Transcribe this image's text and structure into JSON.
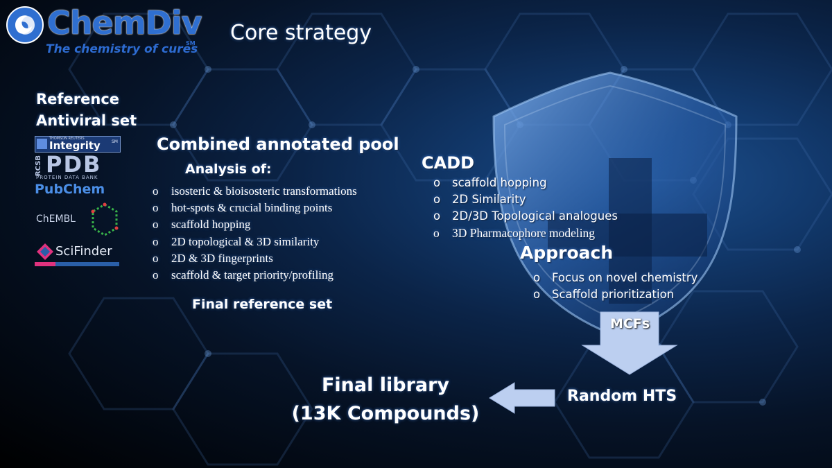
{
  "brand": {
    "name": "ChemDiv",
    "tagline": "The chemistry of cures",
    "tagline_mark": "SM",
    "colors": {
      "brand_blue": "#2f6fd0",
      "arrow_fill": "#bccff0"
    }
  },
  "title": "Core strategy",
  "reference": {
    "heading": "Reference Antiviral set",
    "sources": {
      "integrity": {
        "small": "THOMSON REUTERS",
        "word": "Integrity",
        "mark": "SM"
      },
      "pdb": {
        "prefix": "RCSB",
        "word": "PDB",
        "sub": "PROTEIN DATA BANK"
      },
      "pubchem": "PubChem",
      "chembl": "ChEMBL",
      "scifinder": "SciFinder"
    }
  },
  "pool": {
    "heading": "Combined annotated pool",
    "analysis_heading": "Analysis of:",
    "items": [
      "isosteric & bioisosteric transformations",
      "hot-spots & crucial binding points",
      "scaffold hopping",
      "2D topological & 3D similarity",
      "2D & 3D fingerprints",
      "scaffold & target priority/profiling"
    ],
    "final": "Final reference set"
  },
  "cadd": {
    "heading": "CADD",
    "items": [
      "scaffold hopping",
      "2D Similarity",
      "2D/3D Topological analogues",
      "3D Pharmacophore modeling"
    ]
  },
  "approach": {
    "heading": "Approach",
    "items": [
      "Focus on novel chemistry",
      "Scaffold prioritization"
    ]
  },
  "flow": {
    "mcfs": "MCFs",
    "random_hts": "Random HTS",
    "final_library": [
      "Final library",
      "(13K Compounds)"
    ]
  }
}
